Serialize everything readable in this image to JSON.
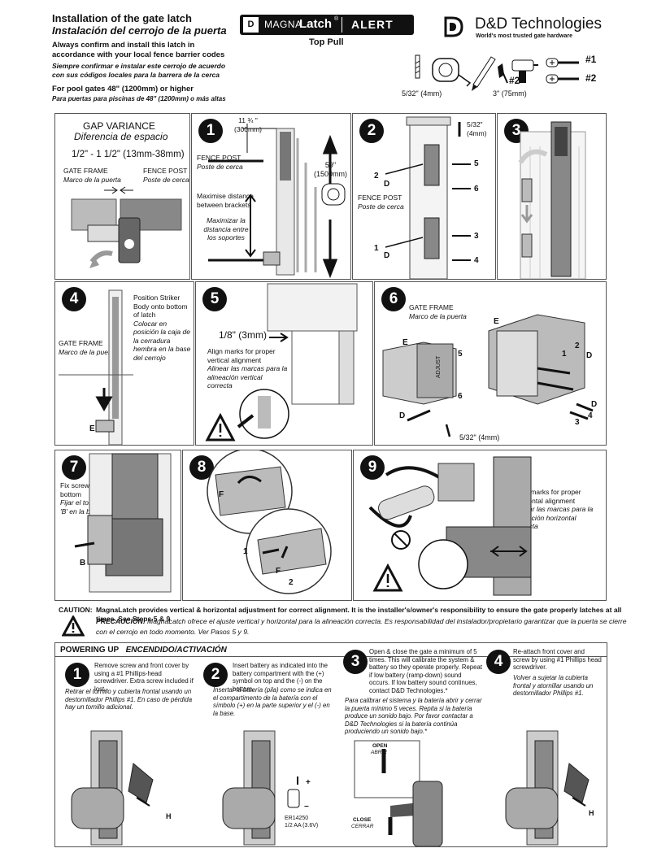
{
  "header": {
    "title_en": "Installation of the gate latch",
    "title_es": "Instalación del cerrojo de la puerta",
    "confirm_en": "Always confirm and install this latch in accordance with your local fence barrier codes",
    "confirm_es": "Siempre confirmar e instalar este cerrojo de acuerdo con sus códigos locales para la barrera de la cerca",
    "gates_en": "For pool gates 48\" (1200mm) or higher",
    "gates_es": "Para puertas para piscinas de 48\" (1200mm) o más altas",
    "product_magna": "MAGNA",
    "product_latch": "Latch",
    "product_reg": "®",
    "product_alert": "ALERT",
    "product_sub": "Top Pull",
    "brand_name": "D&D Technologies",
    "brand_tagline": "World's most trusted gate hardware",
    "tools": {
      "drill_size": "5/32\" (4mm)",
      "tape_size": "3\" (75mm)",
      "screw1": "#1",
      "screw2": "#2",
      "bit2": "#2"
    }
  },
  "panels": {
    "gap": {
      "title_en": "GAP VARIANCE",
      "title_es": "Diferencia de espacio",
      "range": "1/2\" - 1 1/2\" (13mm-38mm)",
      "gate_frame_en": "GATE FRAME",
      "gate_frame_es": "Marco de la puerta",
      "fence_post_en": "FENCE POST",
      "fence_post_es": "Poste de cerca"
    },
    "p1": {
      "num": "1",
      "dim_top": "11 ¾ \"",
      "dim_top_mm": "(300mm)",
      "fence_post_en": "FENCE POST",
      "fence_post_es": "Poste de cerca",
      "max_en": "Maximise distance between brackets",
      "max_es": "Maximizar la distancia entre los soportes",
      "height": "59\"",
      "height_mm": "(1500mm)"
    },
    "p2": {
      "num": "2",
      "drill": "5/32\"",
      "drill_mm": "(4mm)",
      "fence_post_en": "FENCE POST",
      "fence_post_es": "Poste de cerca",
      "n5": "5",
      "n6": "6",
      "n3": "3",
      "n4": "4",
      "n2": "2",
      "n1": "1",
      "d1": "D",
      "d2": "D"
    },
    "p3": {
      "num": "3"
    },
    "p4": {
      "num": "4",
      "pos_en": "Position Striker Body onto bottom of latch",
      "pos_es": "Colocar en posición la caja de la cerradura hembra en la base del cerrojo",
      "gate_frame_en": "GATE FRAME",
      "gate_frame_es": "Marco de la puerta",
      "e": "E"
    },
    "p5": {
      "num": "5",
      "gap": "1/8\" (3mm)",
      "align_en": "Align marks for proper vertical alignment",
      "align_es": "Alinear las marcas para la alineación vertical correcta"
    },
    "p6": {
      "num": "6",
      "gate_frame_en": "GATE FRAME",
      "gate_frame_es": "Marco de la puerta",
      "e1": "E",
      "e2": "E",
      "n5": "5",
      "n6": "6",
      "n1": "1",
      "n2": "2",
      "n3": "3",
      "n4": "4",
      "d1": "D",
      "d2": "D",
      "d3": "D",
      "adjust": "ADJUST",
      "drill": "5/32\" (4mm)"
    },
    "p7": {
      "num": "7",
      "fix_en": "Fix screw 'B' at bottom",
      "fix_es": "Fijar el tornillo 'B' en la base",
      "b": "B"
    },
    "p8": {
      "num": "8",
      "f1": "F",
      "f2": "F",
      "n1": "1",
      "n2": "2"
    },
    "p9": {
      "num": "9",
      "align_en": "Align marks for proper horizontal alignment",
      "align_es": "Alinear las marcas para la alineación horizontal correcta"
    }
  },
  "caution": {
    "label": "CAUTION:",
    "text_en": "MagnaLatch provides vertical & horizontal adjustment for correct alignment. It is the installer's/owner's responsibility to ensure the gate properly latches at all times. See Steps 5 & 9.",
    "label_es": "PRECAUCIÓN:",
    "text_es": "MagnaLatch ofrece el ajuste vertical y horizontal para la alineación correcta.  Es responsabilidad del instalador/propietario garantizar que la puerta se cierre con el cerrojo en todo momento.  Ver Pasos 5 y 9."
  },
  "powering": {
    "title_en": "POWERING UP",
    "title_es": "ENCENDIDO/ACTIVACIÓN",
    "s1": {
      "num": "1",
      "en": "Remove screw and front cover by using a #1 Phillips-head screwdriver. Extra screw included if lost.",
      "es": "Retirar el tornillo y cubierta frontal usando un destornillador Phillips #1. En caso de pérdida hay un tornillo adicional.",
      "h": "H"
    },
    "s2": {
      "num": "2",
      "en": "Insert battery as indicated into the battery compartment with the (+) symbol on top and the (-) on the bottom.",
      "es": "Insertar la batería (pila) como se indica en el compartimento de la batería con el símbolo (+) en la parte superior y el (-) en la base.",
      "battery": "ER14250",
      "battery_sub": "1/2 AA (3.6V)",
      "plus": "+",
      "minus": "−"
    },
    "s3": {
      "num": "3",
      "en": "Open & close the gate a minimum of 5 times. This will calibrate the system & battery so they operate properly. Repeat if low battery (ramp-down) sound occurs. If low battery sound continues, contact D&D Technologies.*",
      "es": "Para calibrar el sistema y la batería  abrir y cerrar la puerta  mínimo  5 veces.  Repita si la batería produce un sonido bajo. Por favor contactar a D&D Technologies  si la batería continúa produciendo un sonido bajo.*",
      "open_en": "OPEN",
      "open_es": "ABRIR",
      "close_en": "CLOSE",
      "close_es": "CERRAR"
    },
    "s4": {
      "num": "4",
      "en": "Re-attach front cover and screw by using #1 Phillips head screwdriver.",
      "es": "Volver a sujetar la cubierta frontal y atornillar usando un destornillador Phillips #1.",
      "h": "H"
    }
  }
}
